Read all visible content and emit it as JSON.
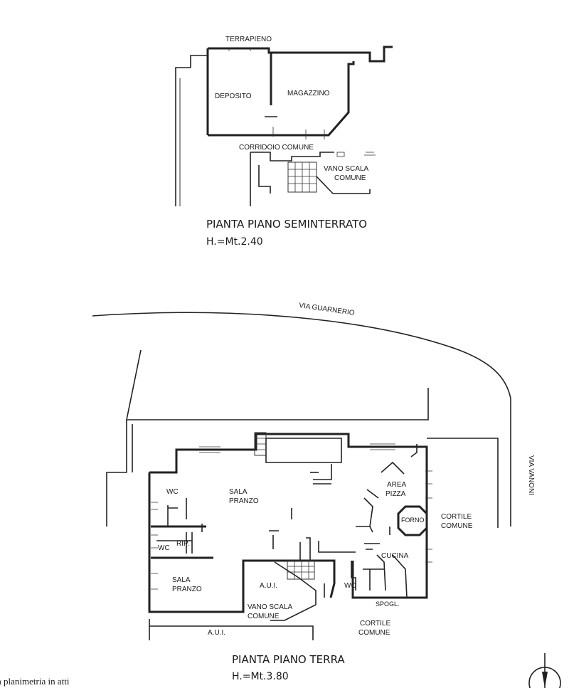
{
  "basement": {
    "title": "PIANTA PIANO SEMINTERRATO",
    "height": "H.=Mt.2.40",
    "rooms": {
      "terrapieno": "TERRAPIENO",
      "deposito": "DEPOSITO",
      "magazzino": "MAGAZZINO",
      "corridoio": "CORRIDOIO COMUNE",
      "vano_scala_1": "VANO SCALA",
      "vano_scala_2": "COMUNE"
    }
  },
  "ground": {
    "title": "PIANTA PIANO TERRA",
    "height": "H.=Mt.3.80",
    "streets": {
      "via_guarnerio": "VIA GUARNERIO",
      "via_vanoni": "VIA VANONI"
    },
    "rooms": {
      "wc_top": "WC",
      "sala_pranzo_main_1": "SALA",
      "sala_pranzo_main_2": "PRANZO",
      "area_pizza_1": "AREA",
      "area_pizza_2": "PIZZA",
      "forno": "FORNO",
      "cortile_right_1": "CORTILE",
      "cortile_right_2": "COMUNE",
      "wc_left": "WC",
      "rip": "RIP.",
      "cucina": "CUCINA",
      "sala_pranzo_small_1": "SALA",
      "sala_pranzo_small_2": "PRANZO",
      "aui_mid": "A.U.I.",
      "wc_kitchen": "WC",
      "spogl": "SPOGL.",
      "vano_scala_1": "VANO SCALA",
      "vano_scala_2": "COMUNE",
      "cortile_bottom_1": "CORTILE",
      "cortile_bottom_2": "COMUNE",
      "aui_bottom": "A.U.I."
    }
  },
  "footer_note": "a planimetria in atti"
}
